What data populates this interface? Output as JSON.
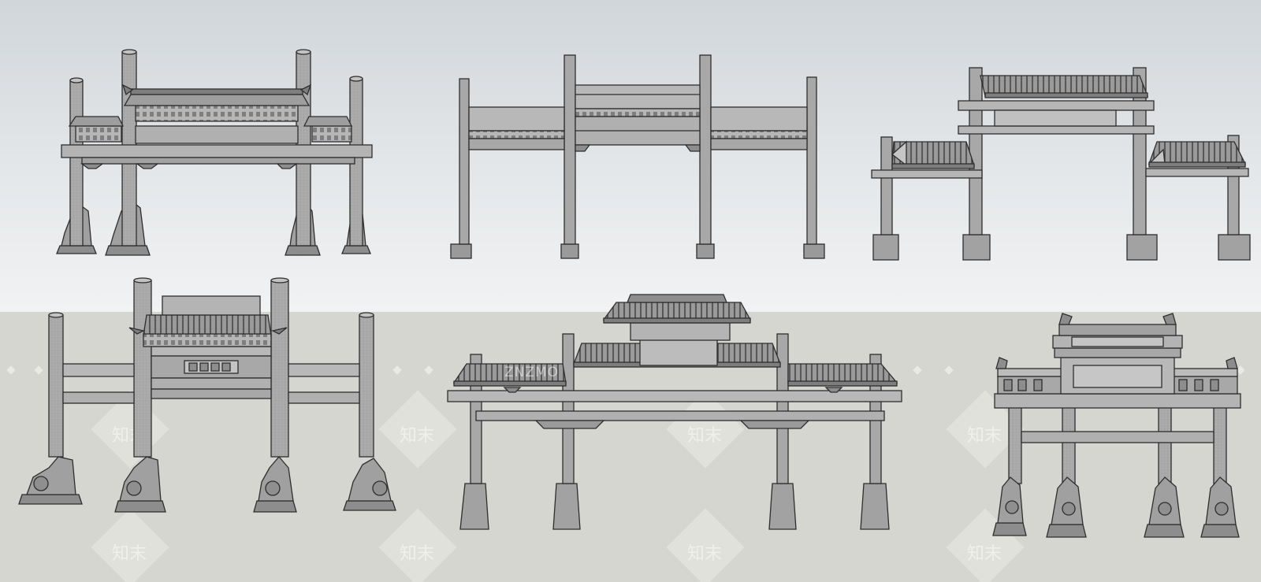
{
  "scene": {
    "watermark": {
      "logo_text": "知末",
      "banner_text": "ZNZMO"
    },
    "colors": {
      "sky_top": "#d1d6da",
      "ground": "#d5d6d0",
      "stone": "#a7a7a7",
      "stone_light": "#c3c3c3",
      "stone_dark": "#8d8d8d",
      "outline": "#2e2e2e"
    },
    "models": [
      {
        "name": "paifang-four-pillar-three-roof"
      },
      {
        "name": "paifang-four-pillar-flat-beam"
      },
      {
        "name": "paifang-stepped-tile-roof"
      },
      {
        "name": "paifang-stone-drum-base"
      },
      {
        "name": "paifang-grand-tiered-roof"
      },
      {
        "name": "paifang-carved-stone"
      }
    ]
  }
}
